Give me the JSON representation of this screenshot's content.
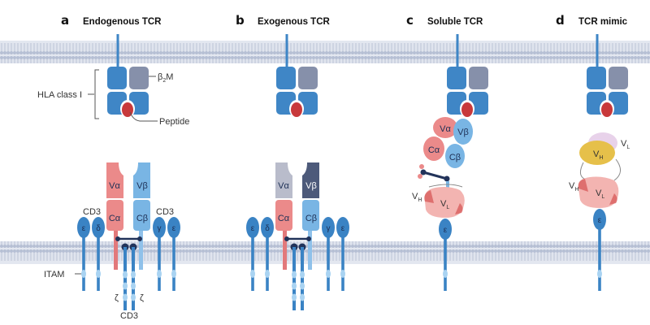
{
  "figure": {
    "panels": [
      {
        "letter": "a",
        "title": "Endogenous TCR"
      },
      {
        "letter": "b",
        "title": "Exogenous TCR"
      },
      {
        "letter": "c",
        "title": "Soluble TCR"
      },
      {
        "letter": "d",
        "title": "TCR mimic"
      }
    ],
    "labels": {
      "hla": "HLA class I",
      "b2m_beta": "β",
      "b2m_sub": "2",
      "b2m_m": "M",
      "peptide": "Peptide",
      "itam": "ITAM",
      "cd3": "CD3",
      "zeta": "ζ",
      "va": "Vα",
      "vb": "Vβ",
      "ca": "Cα",
      "cb": "Cβ",
      "eps": "ε",
      "delta": "δ",
      "gamma": "γ",
      "v": "V",
      "h": "H",
      "l": "L"
    },
    "colors": {
      "hla_blue": "#3f86c6",
      "b2m_grey": "#8690aa",
      "peptide_red": "#c8393b",
      "alpha_pink": "#eb8a8a",
      "beta_blue": "#79b5e4",
      "cd3_blue": "#3a83c4",
      "membrane": "#c5cde0",
      "vh_yellow": "#e6c04a",
      "vl_pink": "#f3b4b1",
      "exo_va_grey": "#b9bccb",
      "exo_vb_dark": "#4d5a7a",
      "linker_dark": "#22335a"
    }
  }
}
